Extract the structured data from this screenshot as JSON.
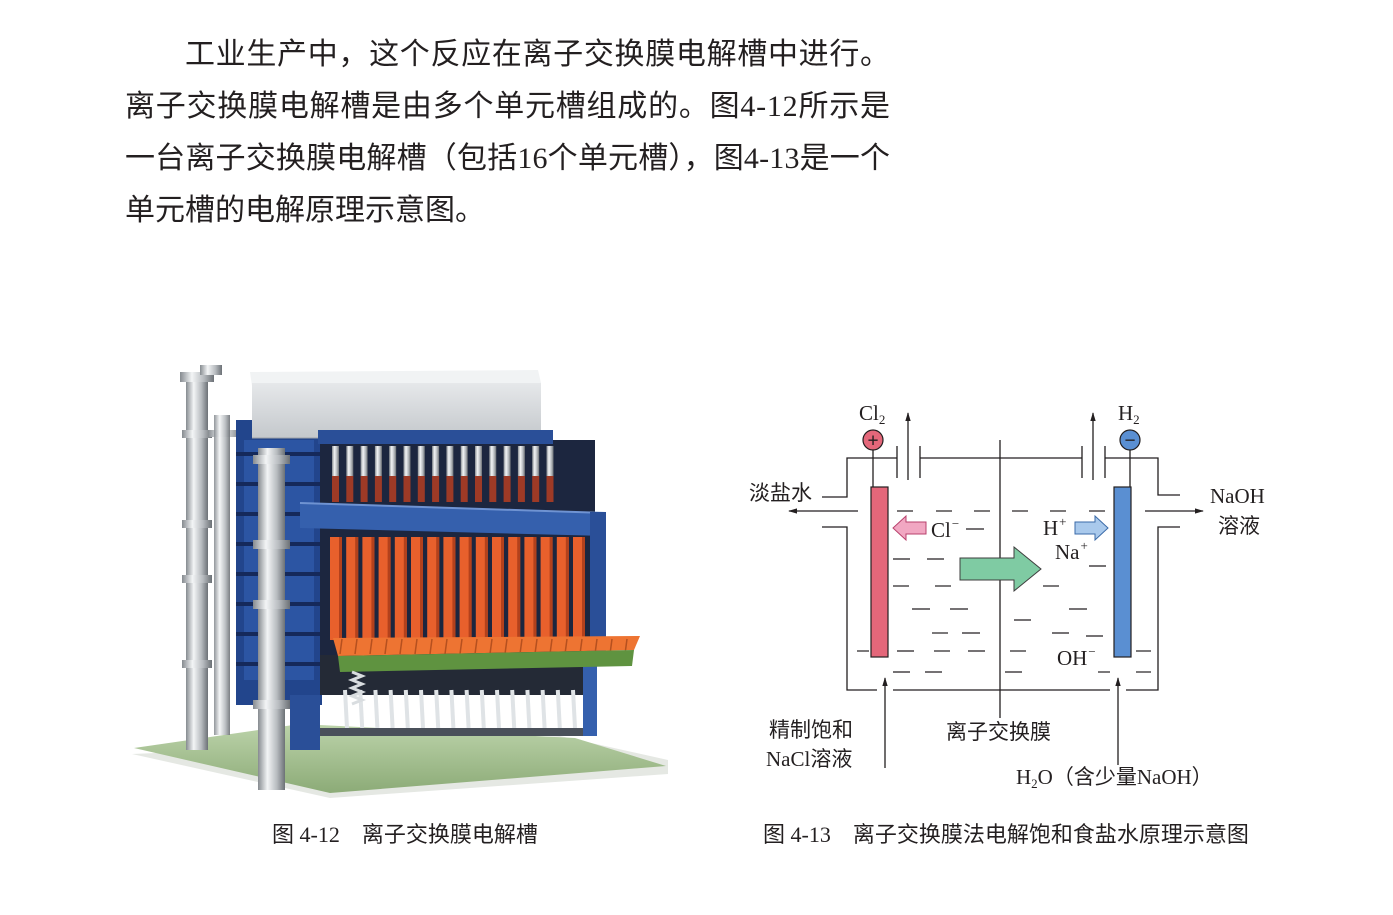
{
  "body": {
    "lines": [
      "工业生产中，这个反应在离子交换膜电解槽中进行。",
      "离子交换膜电解槽是由多个单元槽组成的。图4-12所示是",
      "一台离子交换膜电解槽（包括16个单元槽），图4-13是一个",
      "单元槽的电解原理示意图。"
    ]
  },
  "figures": [
    {
      "number": "图 4-12",
      "caption": "离子交换膜电解槽"
    },
    {
      "number": "图 4-13",
      "caption": "离子交换膜法电解饱和食盐水原理示意图"
    }
  ],
  "diagram": {
    "gas_left": {
      "symbol": "Cl",
      "subscript": "2"
    },
    "gas_right": {
      "symbol": "H",
      "subscript": "2"
    },
    "anode_sign": "+",
    "cathode_sign": "−",
    "outlet_left": "淡盐水",
    "outlet_right": {
      "line1": "NaOH",
      "line2": "溶液"
    },
    "ion_cl": {
      "symbol": "Cl",
      "charge": "−"
    },
    "ion_h": {
      "symbol": "H",
      "charge": "+"
    },
    "ion_na": {
      "symbol": "Na",
      "charge": "+"
    },
    "ion_oh": {
      "symbol": "OH",
      "charge": "−"
    },
    "inlet_left": {
      "line1": "精制饱和",
      "line2": "NaCl溶液"
    },
    "membrane_label": "离子交换膜",
    "inlet_right": {
      "symbol": "H",
      "subscript": "2",
      "rest": "O（含少量NaOH）"
    },
    "colors": {
      "anode": "#e4677a",
      "cathode": "#5a8fd2",
      "sodium_arrow": "#7fcba3",
      "chloride_arrow": "#f1a7c2",
      "hydrogen_arrow": "#a9c9ec"
    }
  }
}
